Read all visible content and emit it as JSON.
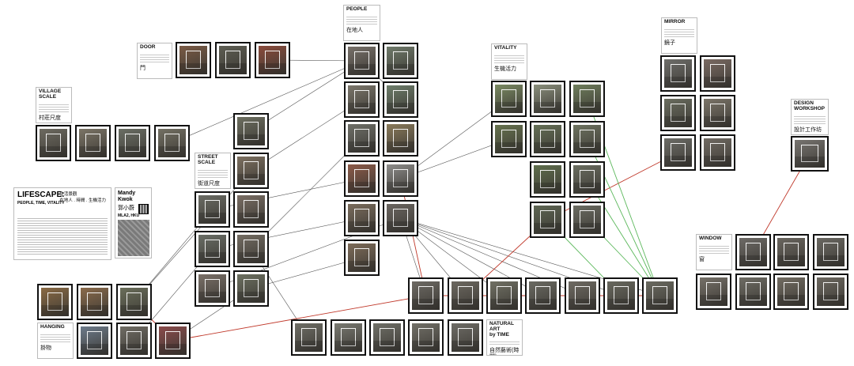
{
  "board": {
    "background": "#ffffff",
    "link_colors": {
      "black": "#555555",
      "red": "#c0392b",
      "green": "#5cb85c"
    }
  },
  "groups": {
    "door": {
      "title": "DOOR",
      "cn": "門"
    },
    "village": {
      "title": "VILLAGE SCALE",
      "cn": "村莊尺度"
    },
    "people": {
      "title": "PEOPLE",
      "cn": "在地人"
    },
    "vitality": {
      "title": "VITALITY",
      "cn": "生機活力"
    },
    "mirror": {
      "title": "MIRROR",
      "cn": "鏡子"
    },
    "workshop": {
      "title": "DESIGN WORKSHOP",
      "cn": "設計工作坊"
    },
    "street": {
      "title": "STREET SCALE",
      "cn": "街道尺度"
    },
    "window": {
      "title": "WINDOW",
      "cn": "窗"
    },
    "hanging": {
      "title": "HANGING",
      "cn": "掛物"
    },
    "natural": {
      "title": "NATURAL ART\nby TIME",
      "cn": "自然藝術(時間)"
    }
  },
  "lifescape": {
    "title": "LIFESCAPE:",
    "subtitle": "PEOPLE, TIME, VITALITY",
    "cn_line1": "生活景觀",
    "cn_line2": "在地人 . 時間 . 生機活力"
  },
  "author": {
    "name": "Mandy Kwok",
    "cn_name": "郭小蔚",
    "org": "MLA2, HKU"
  },
  "photos": [
    {
      "id": "p-door-1",
      "tone": "#7a5a44"
    },
    {
      "id": "p-door-2",
      "tone": "#5d5d52"
    },
    {
      "id": "p-door-3",
      "tone": "#8a4a3a"
    },
    {
      "id": "p-village-1",
      "tone": "#6d6a60"
    },
    {
      "id": "p-village-2",
      "tone": "#7b7466"
    },
    {
      "id": "p-village-3",
      "tone": "#6a6e64"
    },
    {
      "id": "p-village-4",
      "tone": "#737063"
    },
    {
      "id": "p-people-1",
      "tone": "#777069"
    },
    {
      "id": "p-people-2",
      "tone": "#6f7a6a"
    },
    {
      "id": "p-people-3",
      "tone": "#7b766b"
    },
    {
      "id": "p-people-4",
      "tone": "#6d7d6a"
    },
    {
      "id": "p-people-5",
      "tone": "#6e6f68"
    },
    {
      "id": "p-people-6",
      "tone": "#8a7a5a"
    },
    {
      "id": "p-people-7",
      "tone": "#8c5a48"
    },
    {
      "id": "p-people-8",
      "tone": "#8d8c8a"
    },
    {
      "id": "p-people-9",
      "tone": "#7a6c5c"
    },
    {
      "id": "p-people-10",
      "tone": "#6a6560"
    },
    {
      "id": "p-people-11",
      "tone": "#7d6b58"
    },
    {
      "id": "p-vit-1",
      "tone": "#7a8a62"
    },
    {
      "id": "p-vit-2",
      "tone": "#8a8f7c"
    },
    {
      "id": "p-vit-3",
      "tone": "#6f7e5c"
    },
    {
      "id": "p-vit-4",
      "tone": "#66724e"
    },
    {
      "id": "p-vit-5",
      "tone": "#646f55"
    },
    {
      "id": "p-vit-6",
      "tone": "#6e7360"
    },
    {
      "id": "p-vit-7",
      "tone": "#5f6e4c"
    },
    {
      "id": "p-vit-8",
      "tone": "#6a6d60"
    },
    {
      "id": "p-vit-9",
      "tone": "#5d6552"
    },
    {
      "id": "p-vit-10",
      "tone": "#6b6c62"
    },
    {
      "id": "p-mir-1",
      "tone": "#6e6e6a"
    },
    {
      "id": "p-mir-2",
      "tone": "#7a6a62"
    },
    {
      "id": "p-mir-3",
      "tone": "#6a6d5f"
    },
    {
      "id": "p-mir-4",
      "tone": "#7b7468"
    },
    {
      "id": "p-mir-5",
      "tone": "#6c6c66"
    },
    {
      "id": "p-mir-6",
      "tone": "#706a62"
    },
    {
      "id": "p-ws-1",
      "tone": "#777470"
    },
    {
      "id": "p-street-1",
      "tone": "#6d6f60"
    },
    {
      "id": "p-street-2",
      "tone": "#7d7060"
    },
    {
      "id": "p-street-3",
      "tone": "#7a6e64"
    },
    {
      "id": "p-street-4",
      "tone": "#8a6256"
    },
    {
      "id": "p-street-5",
      "tone": "#6b6c64"
    },
    {
      "id": "p-street-6",
      "tone": "#736c62"
    },
    {
      "id": "p-street-7",
      "tone": "#6a6e66"
    },
    {
      "id": "p-street-8",
      "tone": "#7a7068"
    },
    {
      "id": "p-street-9",
      "tone": "#6c7060"
    },
    {
      "id": "p-win-1",
      "tone": "#6d6a66"
    },
    {
      "id": "p-win-2",
      "tone": "#6a665f"
    },
    {
      "id": "p-win-3",
      "tone": "#6a6862"
    },
    {
      "id": "p-win-4",
      "tone": "#757068"
    },
    {
      "id": "p-win-5",
      "tone": "#6e6c64"
    },
    {
      "id": "p-win-6",
      "tone": "#726c62"
    },
    {
      "id": "p-win-7",
      "tone": "#6c6860"
    },
    {
      "id": "p-hang-1",
      "tone": "#8a6a44"
    },
    {
      "id": "p-hang-2",
      "tone": "#8a6a4a"
    },
    {
      "id": "p-hang-3",
      "tone": "#6a6e5a"
    },
    {
      "id": "p-hang-4",
      "tone": "#6c7a8a"
    },
    {
      "id": "p-hang-5",
      "tone": "#6f6c64"
    },
    {
      "id": "p-hang-6",
      "tone": "#8a4a4a"
    },
    {
      "id": "p-nat-1",
      "tone": "#6d6a64"
    },
    {
      "id": "p-nat-2",
      "tone": "#6c6860"
    },
    {
      "id": "p-nat-3",
      "tone": "#707064"
    },
    {
      "id": "p-nat-4",
      "tone": "#6a6a62"
    },
    {
      "id": "p-nat-5",
      "tone": "#6e6a62"
    },
    {
      "id": "p-nat-6",
      "tone": "#68685e"
    },
    {
      "id": "p-nat-7",
      "tone": "#6a6a60"
    },
    {
      "id": "p-nat-8",
      "tone": "#6e6e66"
    },
    {
      "id": "p-nat-9",
      "tone": "#7a7a72"
    },
    {
      "id": "p-nat-10",
      "tone": "#707068"
    },
    {
      "id": "p-nat-11",
      "tone": "#727068"
    },
    {
      "id": "p-nat-12",
      "tone": "#6e6c66"
    }
  ],
  "links": [
    {
      "a": "p-people-1",
      "b": "p-door-3",
      "c": "black"
    },
    {
      "a": "p-people-1",
      "b": "p-village-4",
      "c": "black"
    },
    {
      "a": "p-people-1",
      "b": "p-street-1",
      "c": "black"
    },
    {
      "a": "p-people-3",
      "b": "p-street-2",
      "c": "black"
    },
    {
      "a": "p-people-5",
      "b": "p-street-4",
      "c": "black"
    },
    {
      "a": "p-people-7",
      "b": "p-street-5",
      "c": "black"
    },
    {
      "a": "p-people-9",
      "b": "p-street-7",
      "c": "black"
    },
    {
      "a": "p-people-10",
      "b": "p-street-8",
      "c": "black"
    },
    {
      "a": "p-people-11",
      "b": "p-street-9",
      "c": "black"
    },
    {
      "a": "p-people-10",
      "b": "p-nat-1",
      "c": "black"
    },
    {
      "a": "p-people-10",
      "b": "p-nat-2",
      "c": "black"
    },
    {
      "a": "p-people-10",
      "b": "p-nat-3",
      "c": "black"
    },
    {
      "a": "p-people-10",
      "b": "p-nat-4",
      "c": "black"
    },
    {
      "a": "p-people-10",
      "b": "p-nat-5",
      "c": "black"
    },
    {
      "a": "p-people-10",
      "b": "p-nat-6",
      "c": "black"
    },
    {
      "a": "p-people-10",
      "b": "p-nat-7",
      "c": "black"
    },
    {
      "a": "p-people-8",
      "b": "p-vit-1",
      "c": "black"
    },
    {
      "a": "p-people-8",
      "b": "p-vit-4",
      "c": "black"
    },
    {
      "a": "p-street-2",
      "b": "p-hang-3",
      "c": "black"
    },
    {
      "a": "p-street-5",
      "b": "p-hang-3",
      "c": "black"
    },
    {
      "a": "p-street-7",
      "b": "p-hang-5",
      "c": "black"
    },
    {
      "a": "p-street-9",
      "b": "p-hang-6",
      "c": "black"
    },
    {
      "a": "p-street-6",
      "b": "p-nat-8",
      "c": "black"
    },
    {
      "a": "p-people-1",
      "b": "p-people-4",
      "c": "black"
    },
    {
      "a": "p-people-8",
      "b": "p-nat-1",
      "c": "red"
    },
    {
      "a": "p-nat-2",
      "b": "p-vit-9",
      "c": "red"
    },
    {
      "a": "p-vit-9",
      "b": "p-mir-5",
      "c": "red"
    },
    {
      "a": "p-hang-3",
      "b": "p-hang-6",
      "c": "red"
    },
    {
      "a": "p-hang-6",
      "b": "p-nat-1",
      "c": "red"
    },
    {
      "a": "p-ws-1",
      "b": "p-win-1",
      "c": "red"
    },
    {
      "a": "p-nat-1",
      "b": "p-nat-7",
      "c": "red"
    },
    {
      "a": "p-vit-3",
      "b": "p-nat-7",
      "c": "green"
    },
    {
      "a": "p-vit-6",
      "b": "p-nat-7",
      "c": "green"
    },
    {
      "a": "p-vit-8",
      "b": "p-nat-7",
      "c": "green"
    },
    {
      "a": "p-vit-10",
      "b": "p-nat-7",
      "c": "green"
    },
    {
      "a": "p-vit-9",
      "b": "p-nat-6",
      "c": "green"
    }
  ]
}
